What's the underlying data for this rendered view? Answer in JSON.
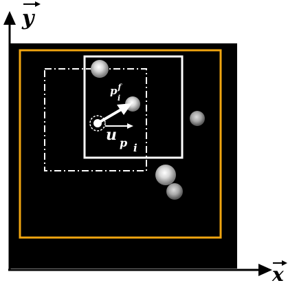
{
  "axes": {
    "x_label": "x",
    "y_label": "y"
  },
  "labels": {
    "p_base": "p",
    "p_sup": "f",
    "p_sub": "i",
    "u_base": "u",
    "u_sub": "p",
    "u_subsub": "i"
  },
  "colors": {
    "background": "#000000",
    "outer_frame": "#f0a510",
    "inner_box": "#ffffff",
    "dashdot_box": "#ffffff",
    "arrow": "#ffffff"
  },
  "particles_count_note": "",
  "icons": [
    "arrowhead-icon"
  ]
}
